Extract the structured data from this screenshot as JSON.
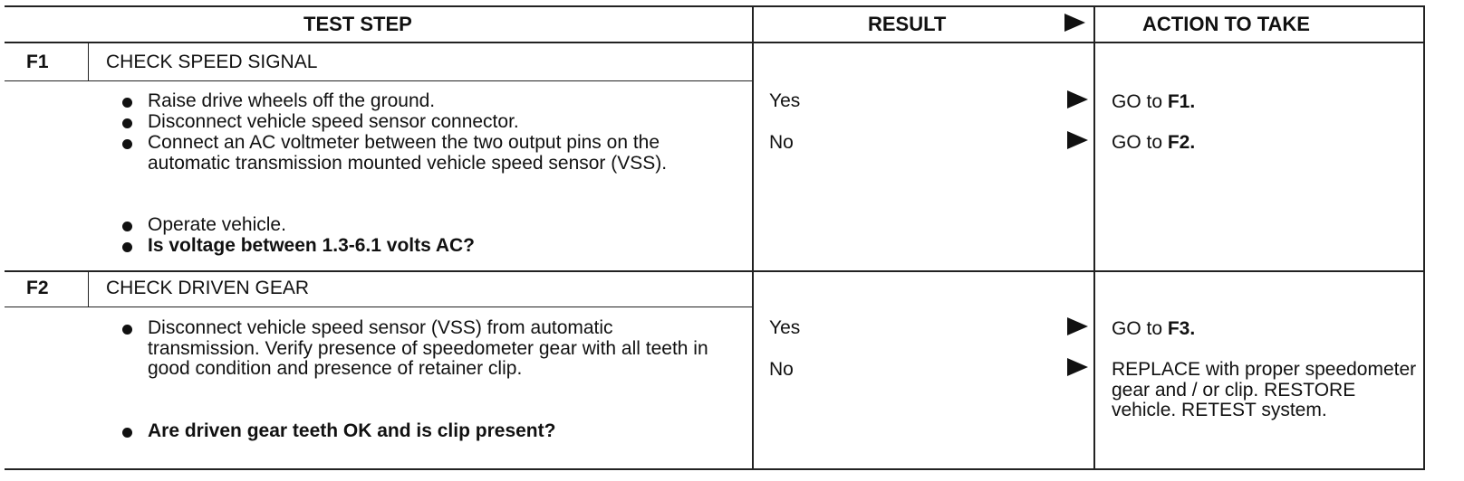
{
  "header": {
    "test_step": "TEST STEP",
    "result": "RESULT",
    "action": "ACTION TO TAKE"
  },
  "steps": [
    {
      "id": "F1",
      "title": "CHECK SPEED SIGNAL",
      "bullets": [
        "Raise drive wheels off the ground.",
        "Disconnect vehicle speed sensor connector.",
        "Connect an AC voltmeter between the two output pins on the automatic transmission mounted vehicle speed sensor (VSS).",
        "Operate vehicle.",
        "Is voltage between 1.3-6.1 volts AC?"
      ],
      "results": [
        {
          "label": "Yes",
          "action_prefix": "GO to ",
          "action_target": "F1."
        },
        {
          "label": "No",
          "action_prefix": "GO to ",
          "action_target": "F2."
        }
      ]
    },
    {
      "id": "F2",
      "title": "CHECK DRIVEN GEAR",
      "bullets": [
        "Disconnect vehicle speed sensor (VSS) from automatic transmission. Verify presence of speedometer gear with all teeth in good condition and presence of retainer clip.",
        "Are driven gear teeth OK and is clip present?"
      ],
      "results": [
        {
          "label": "Yes",
          "action_prefix": "GO to ",
          "action_target": "F3."
        },
        {
          "label": "No",
          "action_text": "REPLACE with proper speedometer gear and / or clip. RESTORE vehicle. RETEST system."
        }
      ]
    }
  ]
}
